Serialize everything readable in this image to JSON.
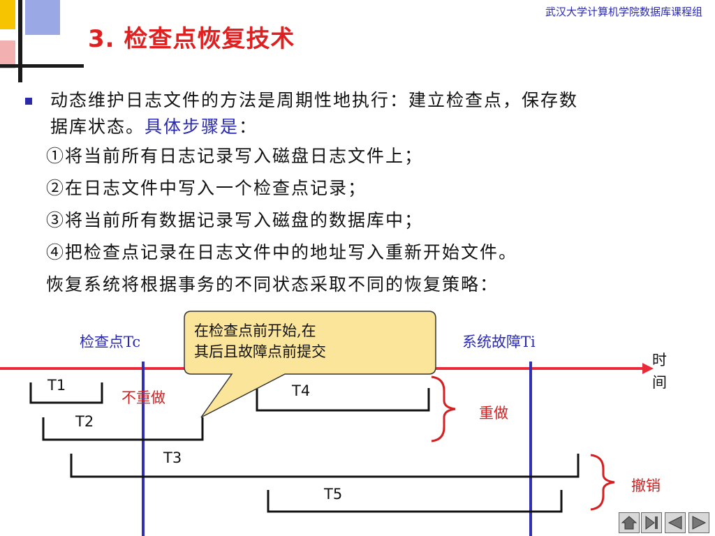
{
  "header": {
    "course_name": "武汉大学计算机学院数据库课程组",
    "title": "3. 检查点恢复技术"
  },
  "body": {
    "bullet_line1": "动态维护日志文件的方法是周期性地执行：建立检查点，保存数",
    "bullet_line2_a": "据库状态。",
    "bullet_line2_b": "具体步骤是",
    "bullet_line2_c": "：",
    "steps": [
      "①将当前所有日志记录写入磁盘日志文件上；",
      "②在日志文件中写入一个检查点记录；",
      "③将当前所有数据记录写入磁盘的数据库中；",
      "④把检查点记录在日志文件中的地址写入重新开始文件。"
    ],
    "strategy": "恢复系统将根据事务的不同状态采取不同的恢复策略："
  },
  "diagram": {
    "checkpoint_label": "检查点Tc",
    "failure_label": "系统故障Ti",
    "time_label_1": "时",
    "time_label_2": "间",
    "callout_line1": "在检查点前开始,在",
    "callout_line2": "其后且故障点前提交",
    "transactions": [
      "T1",
      "T2",
      "T3",
      "T4",
      "T5"
    ],
    "no_redo": "不重做",
    "redo": "重做",
    "undo": "撤销",
    "colors": {
      "timeline": "#e82a3a",
      "markers": "#3030b0",
      "callout_fill": "#fae59a",
      "red_text": "#d42020",
      "blue_text": "#2a2ab0"
    }
  },
  "nav": {
    "buttons": [
      "home-icon",
      "end-icon",
      "prev-icon",
      "next-icon"
    ]
  }
}
